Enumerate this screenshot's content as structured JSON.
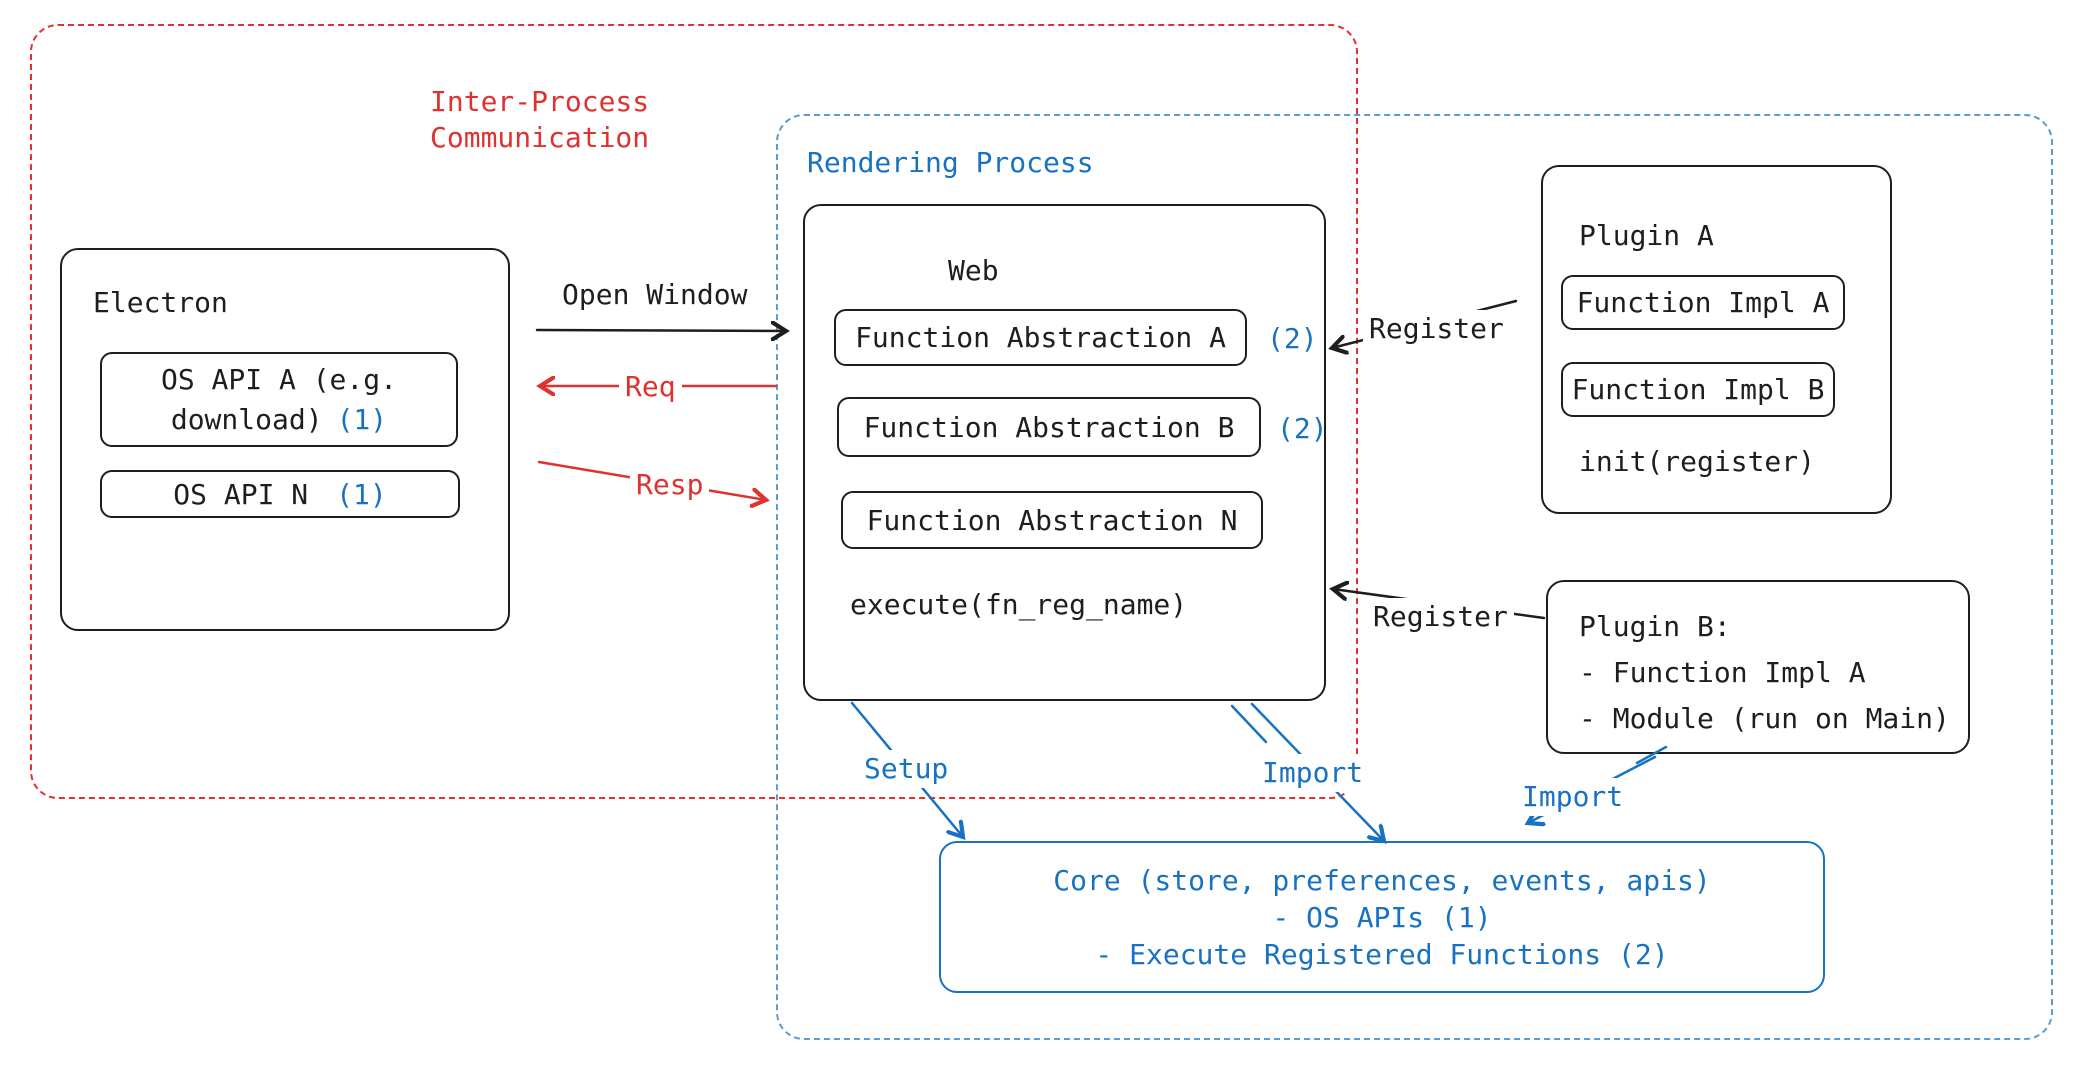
{
  "colors": {
    "red": "#e03131",
    "blue": "#1971c2",
    "black": "#1e1e1e",
    "blue-dashed": "#5b9bd5"
  },
  "groups": {
    "ipc": {
      "label": "Inter-Process\nCommunication"
    },
    "rendering": {
      "label": "Rendering Process"
    }
  },
  "electron": {
    "title": "Electron",
    "os_api_a": {
      "label": "OS API A (e.g.\ndownload)",
      "ref": "(1)"
    },
    "os_api_n": {
      "label": "OS API N",
      "ref": "(1)"
    }
  },
  "web": {
    "title": "Web",
    "fn_a": {
      "label": "Function Abstraction A",
      "ref": "(2)"
    },
    "fn_b": {
      "label": "Function Abstraction B",
      "ref": "(2)"
    },
    "fn_n": {
      "label": "Function Abstraction N"
    },
    "execute": "execute(fn_reg_name)"
  },
  "plugin_a": {
    "title": "Plugin A",
    "impl_a": "Function Impl A",
    "impl_b": "Function Impl B",
    "init": "init(register)"
  },
  "plugin_b": {
    "text": "Plugin B:\n- Function Impl A\n- Module (run on Main)"
  },
  "core": {
    "text": "Core (store, preferences, events, apis)\n- OS APIs (1)\n- Execute Registered Functions (2)"
  },
  "arrows": {
    "open_window": "Open Window",
    "req": "Req",
    "resp": "Resp",
    "register_top": "Register",
    "register_bottom": "Register",
    "setup": "Setup",
    "import_web": "Import",
    "import_plugin": "Import"
  }
}
